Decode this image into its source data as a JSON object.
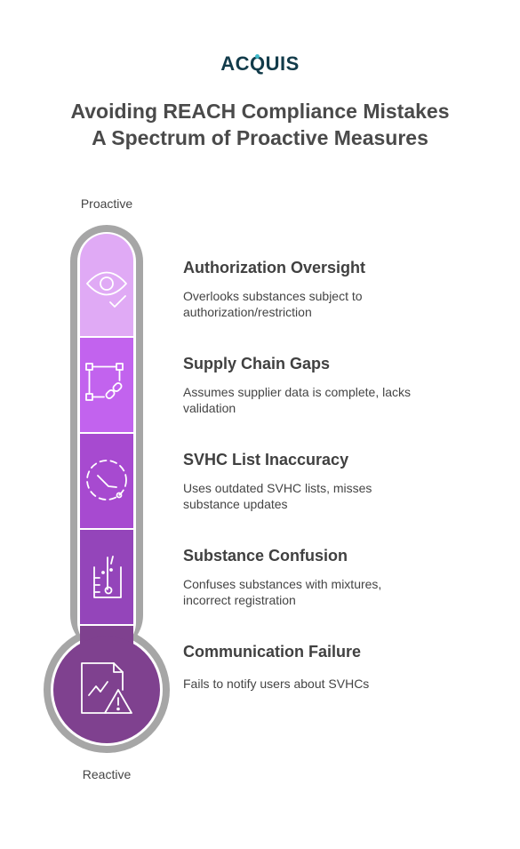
{
  "logo": {
    "a": "AC",
    "q": "Q",
    "b": "UIS"
  },
  "title": {
    "line1": "Avoiding REACH Compliance Mistakes",
    "line2": "A Spectrum of Proactive Measures"
  },
  "scale": {
    "top_label": "Proactive",
    "bottom_label": "Reactive"
  },
  "items": [
    {
      "heading": "Authorization Oversight",
      "description": "Overlooks substances subject to authorization/restriction",
      "icon": "eye-check-icon",
      "color": "#e0aaf5"
    },
    {
      "heading": "Supply Chain Gaps",
      "description": "Assumes supplier data is complete, lacks validation",
      "icon": "frame-link-icon",
      "color": "#c263ee"
    },
    {
      "heading": "SVHC List Inaccuracy",
      "description": "Uses outdated SVHC lists, misses substance updates",
      "icon": "dashed-clock-icon",
      "color": "#a74ad0"
    },
    {
      "heading": "Substance Confusion",
      "description": "Confuses substances with mixtures, incorrect registration",
      "icon": "beaker-icon",
      "color": "#9445ba"
    },
    {
      "heading": "Communication Failure",
      "description": "Fails to notify users about SVHCs",
      "icon": "document-warning-icon",
      "color": "#7f418f"
    }
  ],
  "colors": {
    "frame": "#a6a6a6",
    "outline": "#ffffff",
    "icon": "#ffffff"
  }
}
